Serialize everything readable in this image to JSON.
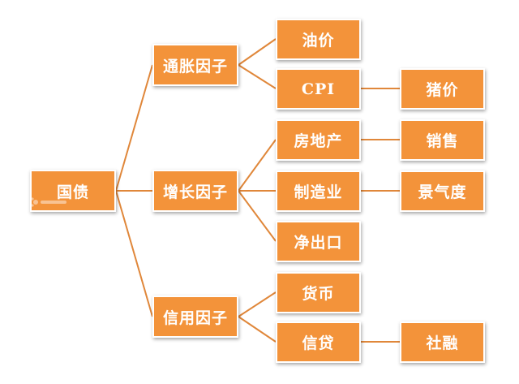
{
  "diagram": {
    "root": "国债",
    "factors": {
      "inflation": "通胀因子",
      "growth": "增长因子",
      "credit": "信用因子"
    },
    "items": {
      "oil": "油价",
      "cpi": "CPI",
      "pork": "猪价",
      "real_estate": "房地产",
      "sales": "销售",
      "manufacturing": "制造业",
      "sentiment": "景气度",
      "net_exports": "净出口",
      "currency": "货币",
      "credit_loans": "信贷",
      "social_financing": "社融"
    }
  },
  "colors": {
    "node_fill": "#f3933a",
    "connector": "#e0873a",
    "border": "#ffffff"
  }
}
